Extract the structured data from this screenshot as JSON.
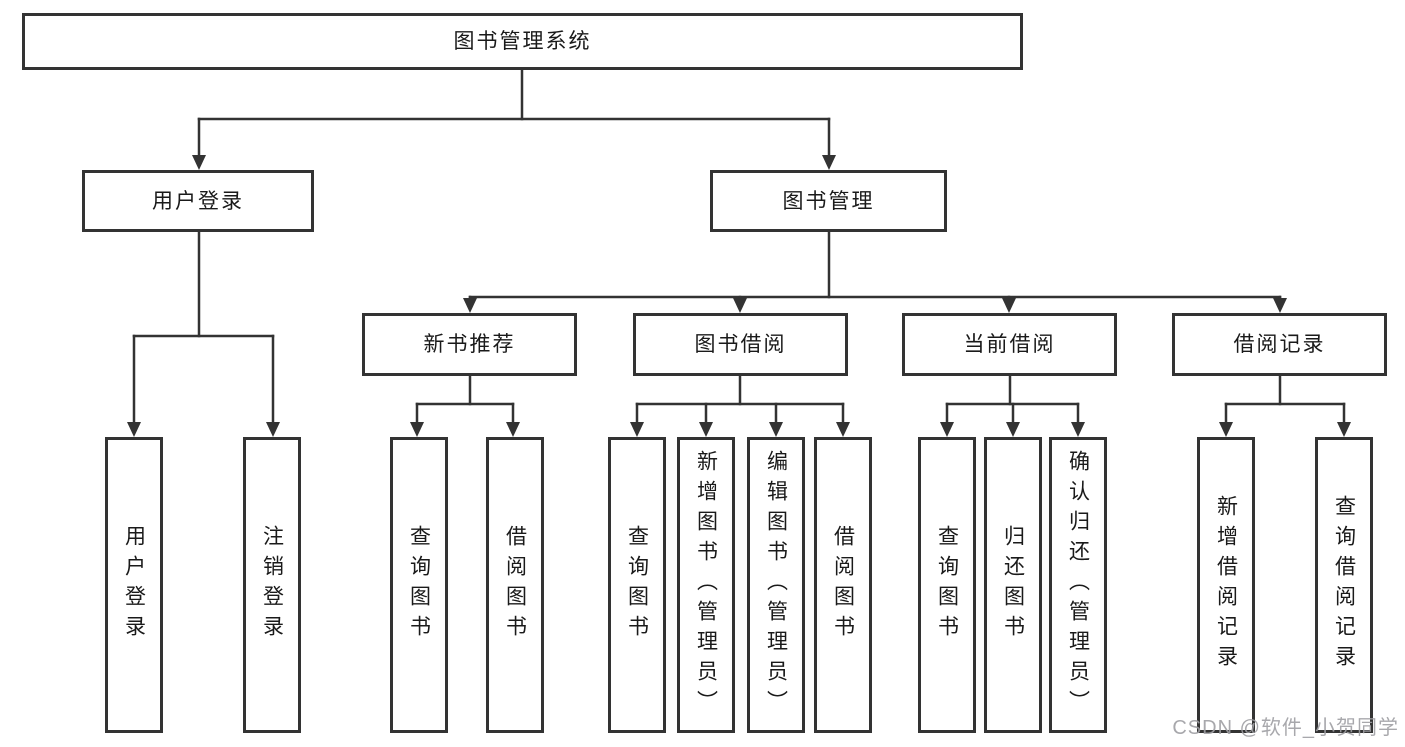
{
  "tree": {
    "root": {
      "label": "图书管理系统",
      "children": [
        {
          "label": "用户登录",
          "children": [
            {
              "label": "用户登录"
            },
            {
              "label": "注销登录"
            }
          ]
        },
        {
          "label": "图书管理",
          "children": [
            {
              "label": "新书推荐",
              "children": [
                {
                  "label": "查询图书"
                },
                {
                  "label": "借阅图书"
                }
              ]
            },
            {
              "label": "图书借阅",
              "children": [
                {
                  "label": "查询图书"
                },
                {
                  "label": "新增图书（管理员）"
                },
                {
                  "label": "编辑图书（管理员）"
                },
                {
                  "label": "借阅图书"
                }
              ]
            },
            {
              "label": "当前借阅",
              "children": [
                {
                  "label": "查询图书"
                },
                {
                  "label": "归还图书"
                },
                {
                  "label": "确认归还（管理员）"
                }
              ]
            },
            {
              "label": "借阅记录",
              "children": [
                {
                  "label": "新增借阅记录"
                },
                {
                  "label": "查询借阅记录"
                }
              ]
            }
          ]
        }
      ]
    }
  },
  "watermark": {
    "text": "CSDN @软件_小贺同学"
  },
  "colors": {
    "line": "#333333",
    "text": "#1a1a1a",
    "background": "#ffffff",
    "watermark": "#9e9ea3"
  }
}
